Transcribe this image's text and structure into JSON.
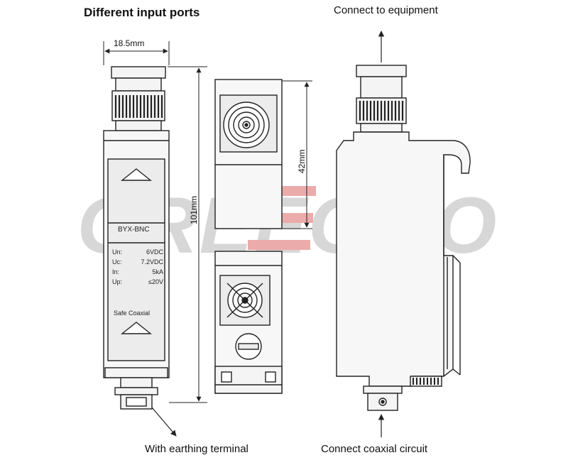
{
  "title": "Different input ports",
  "captions": {
    "top_right": "Connect to equipment",
    "bottom_left": "With earthing terminal",
    "bottom_right": "Connect coaxial circuit"
  },
  "dimensions": {
    "width": "18.5mm",
    "height": "101mm",
    "side": "42mm"
  },
  "device": {
    "model": "BYX-BNC",
    "specs": [
      {
        "key": "Un:",
        "value": "6VDC"
      },
      {
        "key": "Uc:",
        "value": "7.2VDC"
      },
      {
        "key": "In:",
        "value": "5kA"
      },
      {
        "key": "Up:",
        "value": "≤20V"
      }
    ],
    "brand_line": "Safe Coaxial"
  },
  "watermark": "GREEGOO",
  "colors": {
    "line": "#222222",
    "device_fill": "#e6e6e6",
    "watermark_grey": "#d0d0d0",
    "watermark_red": "#e8a0a0"
  }
}
